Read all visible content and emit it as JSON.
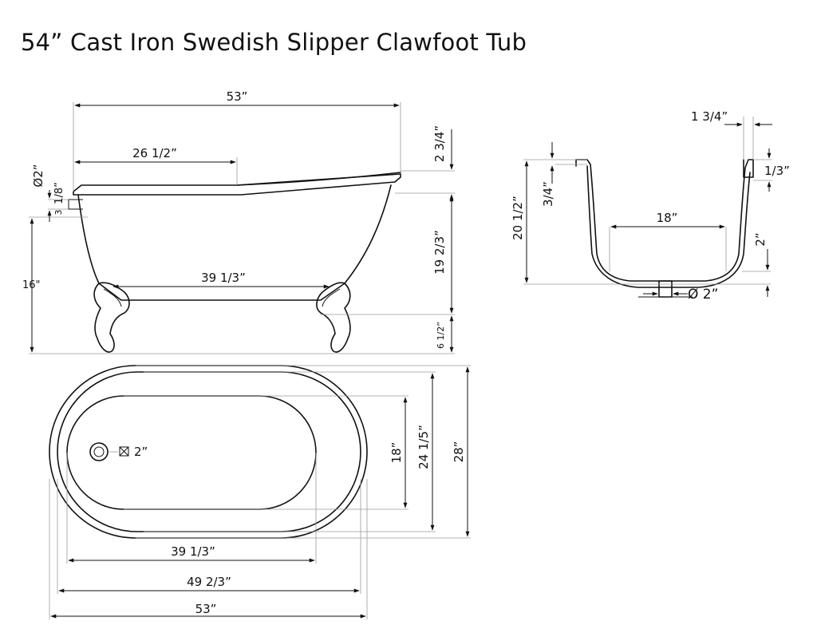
{
  "title": "54” Cast Iron Swedish Slipper Clawfoot Tub",
  "side_view": {
    "overall_length": "53”",
    "backrest_length": "26 1/2”",
    "backrest_rise": "2 3/4”",
    "drain_diameter": "Ø2”",
    "rim_lip": "1/8”",
    "rim_gap": "3",
    "floor_to_rim": "16\"",
    "interior_length": "39 1/3”",
    "body_height": "19 2/3”",
    "foot_height": "6 1/2”"
  },
  "section_view": {
    "rim_width": "1 3/4”",
    "rim_lip": "1/3”",
    "rim_step": "3/4”",
    "overall_height": "20 1/2”",
    "bottom_width": "18”",
    "floor_thickness": "2”",
    "drain_diameter": "Ø 2”"
  },
  "top_view": {
    "drain_size": "2”",
    "interior_width": "18”",
    "inner_rim_width": "24 1/5”",
    "overall_width": "28”",
    "interior_length": "39 1/3”",
    "inner_rim_length": "49 2/3”",
    "overall_length": "53”"
  }
}
